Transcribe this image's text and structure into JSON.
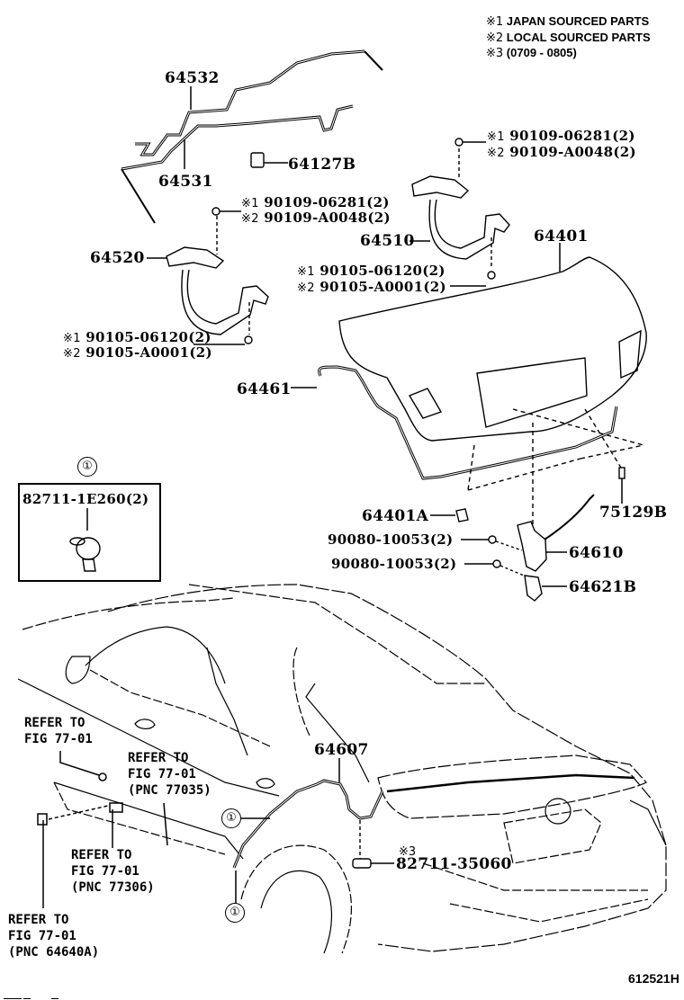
{
  "legend": {
    "items": [
      {
        "mark": "※1",
        "text": "JAPAN SOURCED PARTS"
      },
      {
        "mark": "※2",
        "text": "LOCAL SOURCED PARTS"
      },
      {
        "mark": "※3",
        "text": "(0709 - 0805)"
      }
    ]
  },
  "parts": {
    "p64532": "64532",
    "p64531": "64531",
    "p64127B": "64127B",
    "p64520": "64520",
    "p64510": "64510",
    "p64401": "64401",
    "p64461": "64461",
    "p64401A": "64401A",
    "p75129B": "75129B",
    "p64610": "64610",
    "p64621B": "64621B",
    "p64607": "64607"
  },
  "bolts": {
    "left_hinge_top": {
      "j": {
        "mark": "※1",
        "pn": "90109-06281(2)"
      },
      "l": {
        "mark": "※2",
        "pn": "90109-A0048(2)"
      }
    },
    "right_hinge_top": {
      "j": {
        "mark": "※1",
        "pn": "90109-06281(2)"
      },
      "l": {
        "mark": "※2",
        "pn": "90109-A0048(2)"
      }
    },
    "right_hinge_bottom": {
      "j": {
        "mark": "※1",
        "pn": "90105-06120(2)"
      },
      "l": {
        "mark": "※2",
        "pn": "90105-A0001(2)"
      }
    },
    "left_hinge_bottom": {
      "j": {
        "mark": "※1",
        "pn": "90105-06120(2)"
      },
      "l": {
        "mark": "※2",
        "pn": "90105-A0001(2)"
      }
    },
    "lock_bolt_1": "90080-10053(2)",
    "lock_bolt_2": "90080-10053(2)"
  },
  "detail_box": {
    "callout": "①",
    "part": "82711-1E260(2)"
  },
  "car_callouts": {
    "clip_marker_1": "①",
    "clip_marker_2": "①",
    "clip_note_mark": "※3",
    "clip_part": "82711-35060"
  },
  "references": {
    "ref1": "REFER TO\nFIG 77-01",
    "ref2": "REFER TO\nFIG 77-01\n(PNC 77035)",
    "ref3": "REFER TO\nFIG 77-01\n(PNC 77306)",
    "ref4": "REFER TO\nFIG 77-01\n(PNC 64640A)"
  },
  "diagram_id": "612521H"
}
